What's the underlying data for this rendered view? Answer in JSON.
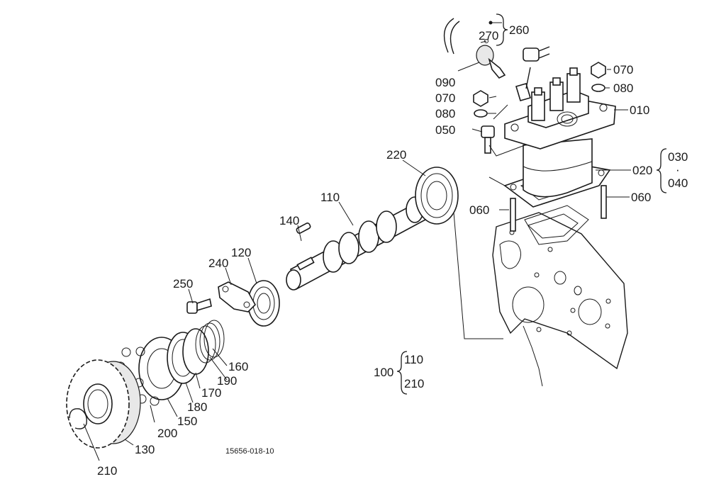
{
  "labels": {
    "p260": "260",
    "p270": "270",
    "p090": "090",
    "p070a": "070",
    "p080a": "080",
    "p050": "050",
    "p070b": "070",
    "p080b": "080",
    "p010": "010",
    "p020": "020",
    "p030": "030",
    "p040": "040",
    "dot": "·",
    "p060a": "060",
    "p060b": "060",
    "p220": "220",
    "p110": "110",
    "p140": "140",
    "p120": "120",
    "p240": "240",
    "p250": "250",
    "p160": "160",
    "p190": "190",
    "p170": "170",
    "p180": "180",
    "p150": "150",
    "p200": "200",
    "p130": "130",
    "p210": "210",
    "p100": "100",
    "p100_110": "110",
    "p100_210": "210"
  },
  "drawing_number": "15656-018-10"
}
